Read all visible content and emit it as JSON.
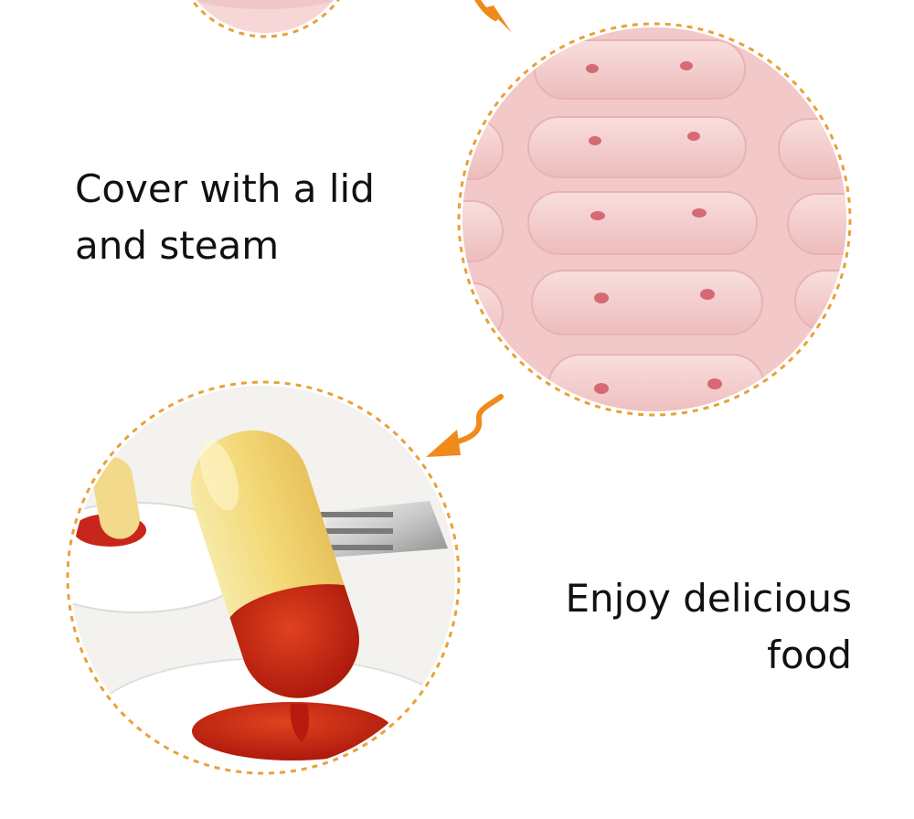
{
  "steps": [
    {
      "text_line1": "Cover with a lid",
      "text_line2": "and steam"
    },
    {
      "text_line1": "Enjoy delicious",
      "text_line2": "food"
    }
  ],
  "colors": {
    "dashed_border": "#e8a13a",
    "arrow": "#f08a1c",
    "mold_pink": "#f4cccc",
    "ketchup": "#c8200f",
    "sausage": "#f4dd8a"
  },
  "icons": [
    "curved-arrow-icon"
  ]
}
